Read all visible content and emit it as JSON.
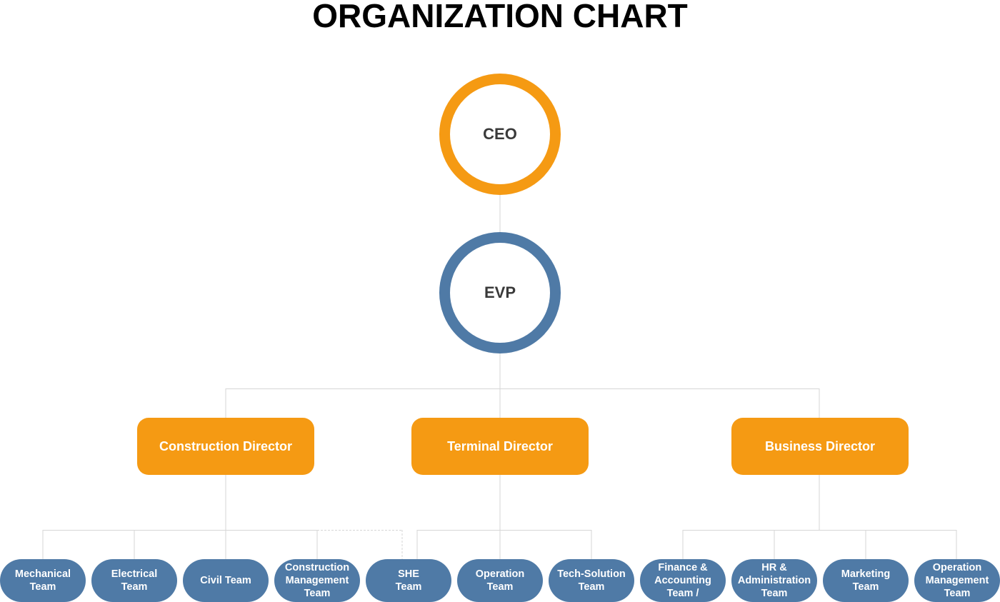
{
  "title": "ORGANIZATION CHART",
  "colors": {
    "orange": "#f59a13",
    "blue": "#4f7aa6",
    "connector": "#d6d6d6"
  },
  "ceo": {
    "label": "CEO"
  },
  "evp": {
    "label": "EVP"
  },
  "directors": [
    {
      "label": "Construction Director"
    },
    {
      "label": "Terminal Director"
    },
    {
      "label": "Business Director"
    }
  ],
  "teams": [
    {
      "label": "Mechanical Team",
      "director": "Construction Director"
    },
    {
      "label": "Electrical Team",
      "director": "Construction Director"
    },
    {
      "label": "Civil Team",
      "director": "Construction Director"
    },
    {
      "label": "Construction Management Team",
      "director": "Construction Director"
    },
    {
      "label": "SHE Team",
      "director": "Terminal Director"
    },
    {
      "label": "Operation Team",
      "director": "Terminal Director"
    },
    {
      "label": "Tech-Solution Team",
      "director": "Terminal Director"
    },
    {
      "label": "Finance & Accounting Team /",
      "director": "Business Director"
    },
    {
      "label": "HR & Administration Team",
      "director": "Business Director"
    },
    {
      "label": "Marketing Team",
      "director": "Business Director"
    },
    {
      "label": "Operation Management Team",
      "director": "Business Director"
    }
  ]
}
